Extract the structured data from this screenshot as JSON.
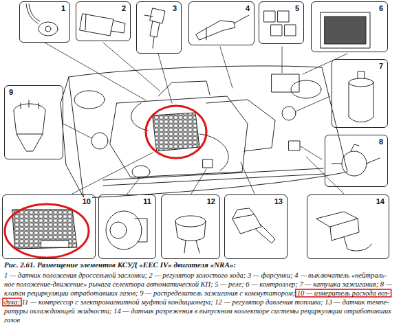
{
  "diagram": {
    "title": "Рис. 2.61. Размещение элементов КСУД «EEC IV» двигателя «NRA»:",
    "caption": "1 — датчик положения дроссельной заслонки; 2 — регулятор холостого хода; 3 — форсунки; 4 — выключатель «нейтраль- ное положение-движение» рычага селектора автоматической КП; 5 — реле; 6 — контроллер; 7 — катушка зажигания; 8 — клапан рециркуляции отработавших газов; 9 — распределитель зажигания с коммутатором; 10 — измеритель расхода воз- духа; 11 — компрессор с электромагнитной муфтой кондиционера; 12 — регулятор давления топлива; 13 — датчик темпе- ратуры охлаждающей жидкости; 14 — датчик разрежения в выпускном коллекторе системы рециркуляции отработавших газов",
    "nodes": [
      {
        "text": [
          "1"
        ]
      },
      {
        "text": [
          "2"
        ]
      },
      {
        "text": [
          "3"
        ]
      },
      {
        "text": [
          "4"
        ]
      },
      {
        "text": [
          "5"
        ]
      },
      {
        "text": [
          "6"
        ]
      },
      {
        "text": [
          "7"
        ]
      },
      {
        "text": [
          "8"
        ]
      },
      {
        "text": [
          "9"
        ]
      },
      {
        "text": [
          "10"
        ]
      },
      {
        "text": [
          "11"
        ]
      },
      {
        "text": [
          "12"
        ]
      },
      {
        "text": [
          "13"
        ]
      },
      {
        "text": [
          "14"
        ]
      }
    ]
  }
}
